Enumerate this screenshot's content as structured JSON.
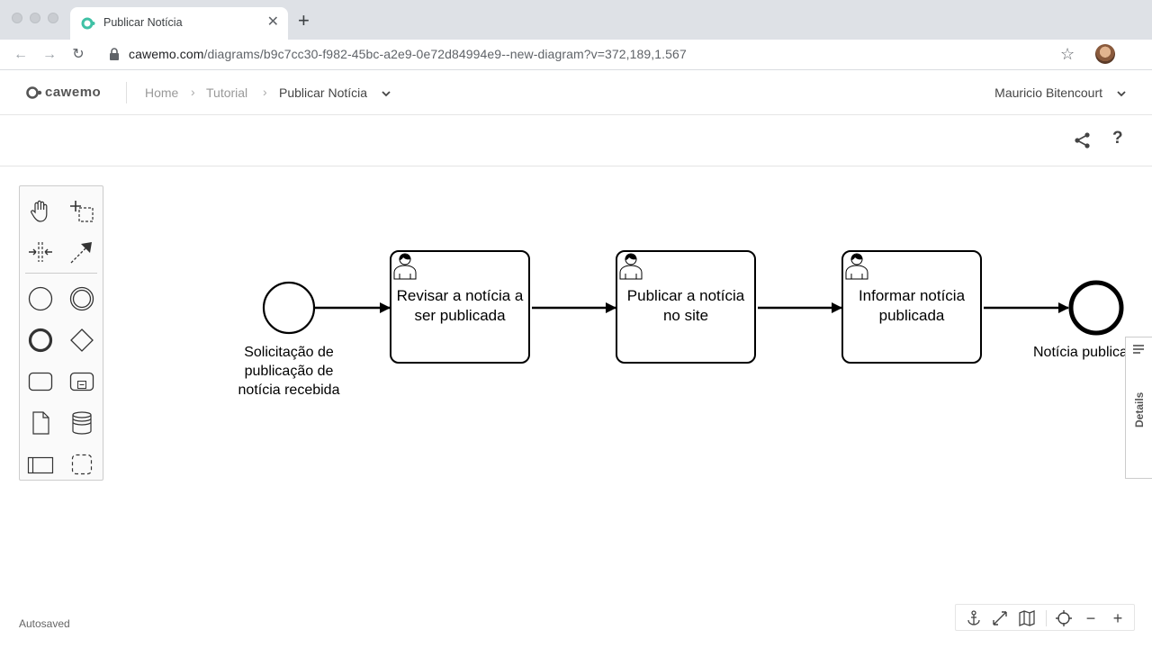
{
  "browser": {
    "tab_title": "Publicar Notícia",
    "url_host": "cawemo.com",
    "url_path": "/diagrams/b9c7cc30-f982-45bc-a2e9-0e72d84994e9--new-diagram?v=372,189,1.567"
  },
  "app": {
    "logo_text": "cawemo",
    "breadcrumbs": [
      "Home",
      "Tutorial",
      "Publicar Notícia"
    ],
    "user_name": "Mauricio Bitencourt",
    "accent_color": "#3fc1a5"
  },
  "diagram": {
    "start_event_label": "Solicitação de publicação de notícia recebida",
    "tasks": [
      {
        "text": "Revisar a notícia a ser publicada"
      },
      {
        "text": "Publicar a notícia no site"
      },
      {
        "text": "Informar notícia publicada"
      }
    ],
    "end_event_label": "Notícia publicada"
  },
  "side_panel": {
    "details_label": "Details"
  },
  "footer": {
    "autosaved": "Autosaved"
  }
}
